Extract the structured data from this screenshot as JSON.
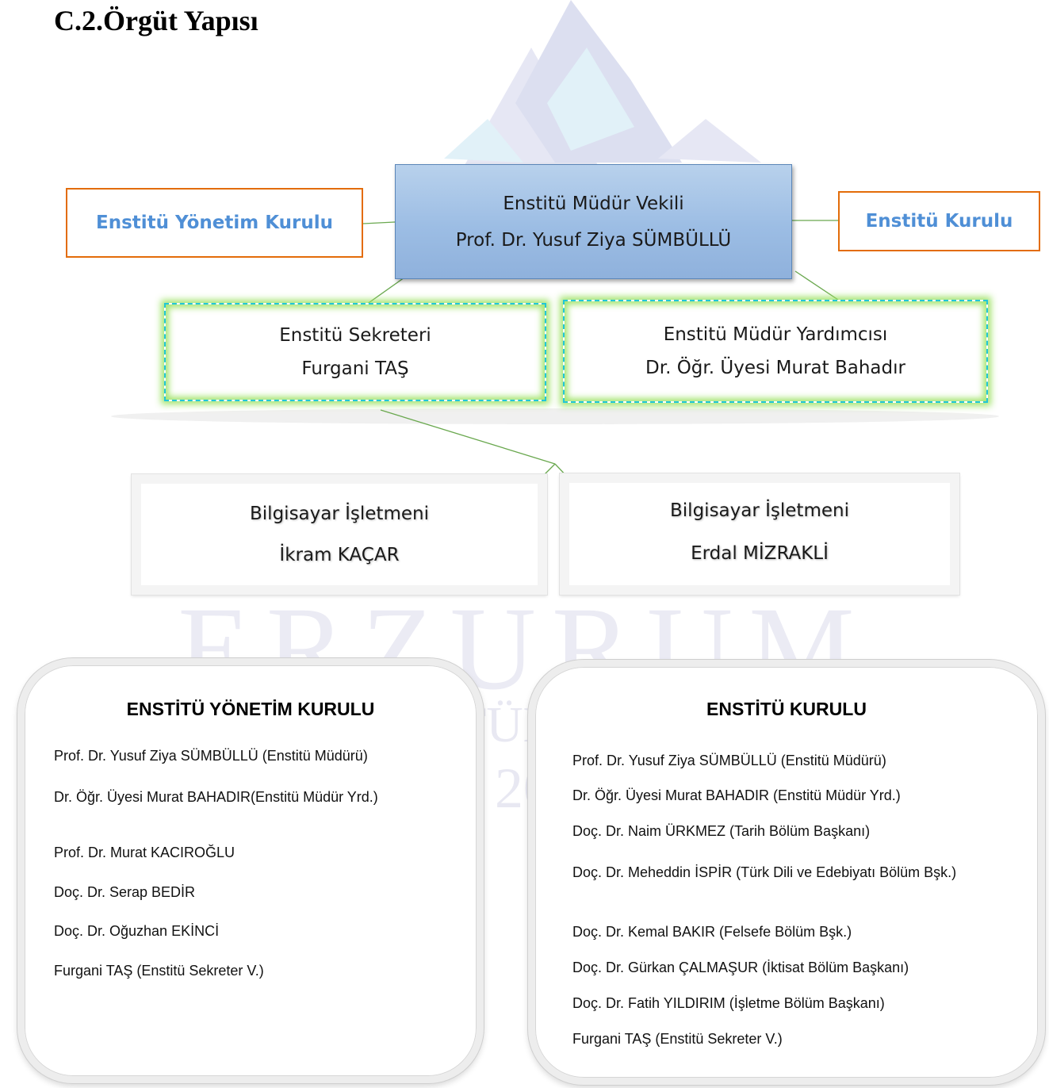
{
  "title": "C.2.Örgüt Yapısı",
  "colors": {
    "side_box_border": "#e36c09",
    "side_box_text": "#4f8fd6",
    "director_fill": "#9cbde4",
    "connector": "#6aa84f",
    "glow_dash": "#21c6d8",
    "glow": "#96e05a"
  },
  "watermark": {
    "text_lines": [
      "ERZURUM",
      "TÜN",
      "20"
    ]
  },
  "org": {
    "management_board_label": "Enstitü Yönetim Kurulu",
    "council_label": "Enstitü Kurulu",
    "director": {
      "role": "Enstitü Müdür Vekili",
      "name": "Prof. Dr. Yusuf Ziya SÜMBÜLLÜ"
    },
    "secretary": {
      "role": "Enstitü Sekreteri",
      "name": "Furgani TAŞ"
    },
    "vice_director": {
      "role": "Enstitü Müdür Yardımcısı",
      "name": "Dr. Öğr. Üyesi Murat Bahadır"
    },
    "operator_1": {
      "role": "Bilgisayar İşletmeni",
      "name": "İkram KAÇAR"
    },
    "operator_2": {
      "role": "Bilgisayar İşletmeni",
      "name": "Erdal MİZRAKLİ"
    }
  },
  "management_board": {
    "heading": "ENSTİTÜ YÖNETİM KURULU",
    "members": [
      "Prof. Dr. Yusuf Ziya SÜMBÜLLÜ (Enstitü Müdürü)",
      "Dr. Öğr. Üyesi Murat BAHADIR(Enstitü Müdür Yrd.)",
      "Prof. Dr. Murat KACIROĞLU",
      "Doç. Dr. Serap BEDİR",
      "Doç. Dr. Oğuzhan EKİNCİ",
      "Furgani TAŞ (Enstitü Sekreter V.)"
    ]
  },
  "institute_council": {
    "heading": "ENSTİTÜ KURULU",
    "members": [
      "Prof. Dr. Yusuf Ziya SÜMBÜLLÜ (Enstitü Müdürü)",
      "Dr. Öğr. Üyesi Murat BAHADIR (Enstitü Müdür Yrd.)",
      "Doç. Dr. Naim ÜRKMEZ (Tarih Bölüm Başkanı)",
      "Doç. Dr. Meheddin İSPİR (Türk Dili ve Edebiyatı Bölüm Bşk.)",
      "Doç. Dr. Kemal BAKIR (Felsefe Bölüm Bşk.)",
      "Doç. Dr. Gürkan ÇALMAŞUR (İktisat Bölüm Başkanı)",
      "Doç. Dr. Fatih YILDIRIM (İşletme Bölüm Başkanı)",
      "Furgani TAŞ (Enstitü Sekreter V.)"
    ]
  }
}
